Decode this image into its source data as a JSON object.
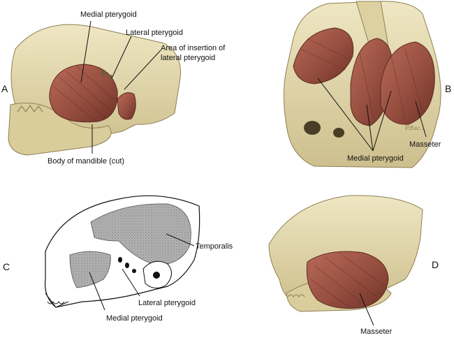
{
  "panels": {
    "A": {
      "letter": "A",
      "labels": {
        "medial_pterygoid": "Medial pterygoid",
        "lateral_pterygoid": "Lateral pterygoid",
        "insertion_line1": "Area of insertion of",
        "insertion_line2": "lateral pterygoid",
        "body_of_mandible": "Body of mandible (cut)"
      }
    },
    "B": {
      "letter": "B",
      "labels": {
        "masseter": "Masseter",
        "medial_pterygoid": "Medial pterygoid"
      },
      "signature": "P.Bac..."
    },
    "C": {
      "letter": "C",
      "labels": {
        "temporalis": "Temporalis",
        "lateral_pterygoid": "Lateral pterygoid",
        "medial_pterygoid": "Medial pterygoid"
      }
    },
    "D": {
      "letter": "D",
      "labels": {
        "masseter": "Masseter"
      }
    }
  },
  "colors": {
    "bone": "#e6ddb4",
    "bone_shadow": "#b7a978",
    "muscle": "#a0584a",
    "muscle_dark": "#6e3328",
    "stipple": "#9a9a9a"
  }
}
